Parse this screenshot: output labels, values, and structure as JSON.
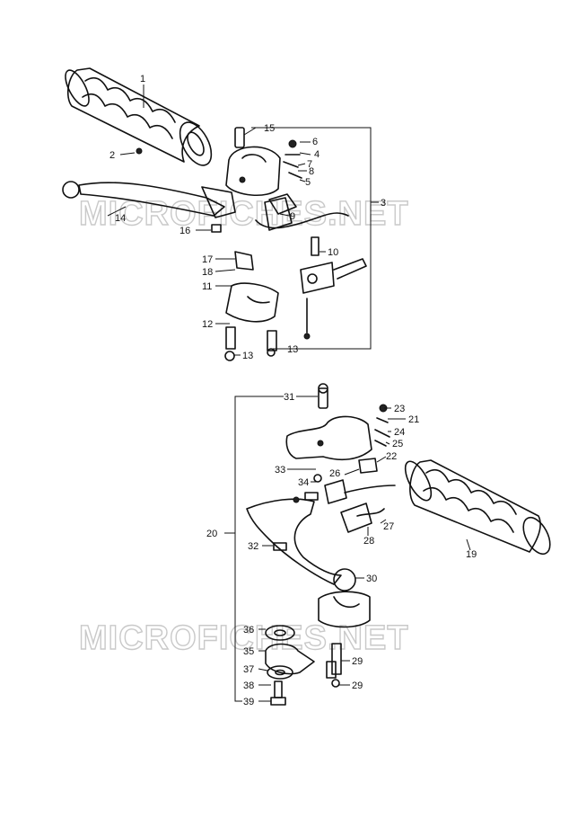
{
  "watermarks": [
    "MICROFICHES.NET",
    "MICROFICHES.NET"
  ],
  "parts": [
    {
      "key": "p1",
      "label": "1"
    },
    {
      "key": "p2",
      "label": "2"
    },
    {
      "key": "p3",
      "label": "3"
    },
    {
      "key": "p4",
      "label": "4"
    },
    {
      "key": "p5",
      "label": "5"
    },
    {
      "key": "p6",
      "label": "6"
    },
    {
      "key": "p7",
      "label": "7"
    },
    {
      "key": "p8",
      "label": "8"
    },
    {
      "key": "p9",
      "label": "9"
    },
    {
      "key": "p10",
      "label": "10"
    },
    {
      "key": "p11",
      "label": "11"
    },
    {
      "key": "p12",
      "label": "12"
    },
    {
      "key": "p13a",
      "label": "13"
    },
    {
      "key": "p13b",
      "label": "13"
    },
    {
      "key": "p14",
      "label": "14"
    },
    {
      "key": "p15",
      "label": "15"
    },
    {
      "key": "p16",
      "label": "16"
    },
    {
      "key": "p17",
      "label": "17"
    },
    {
      "key": "p18",
      "label": "18"
    },
    {
      "key": "p19",
      "label": "19"
    },
    {
      "key": "p20",
      "label": "20"
    },
    {
      "key": "p21",
      "label": "21"
    },
    {
      "key": "p22",
      "label": "22"
    },
    {
      "key": "p23",
      "label": "23"
    },
    {
      "key": "p24",
      "label": "24"
    },
    {
      "key": "p25",
      "label": "25"
    },
    {
      "key": "p26",
      "label": "26"
    },
    {
      "key": "p27",
      "label": "27"
    },
    {
      "key": "p28",
      "label": "28"
    },
    {
      "key": "p29a",
      "label": "29"
    },
    {
      "key": "p29b",
      "label": "29"
    },
    {
      "key": "p30",
      "label": "30"
    },
    {
      "key": "p31",
      "label": "31"
    },
    {
      "key": "p32",
      "label": "32"
    },
    {
      "key": "p33",
      "label": "33"
    },
    {
      "key": "p34",
      "label": "34"
    },
    {
      "key": "p35",
      "label": "35"
    },
    {
      "key": "p36",
      "label": "36"
    },
    {
      "key": "p37",
      "label": "37"
    },
    {
      "key": "p38",
      "label": "38"
    },
    {
      "key": "p39",
      "label": "39"
    }
  ]
}
